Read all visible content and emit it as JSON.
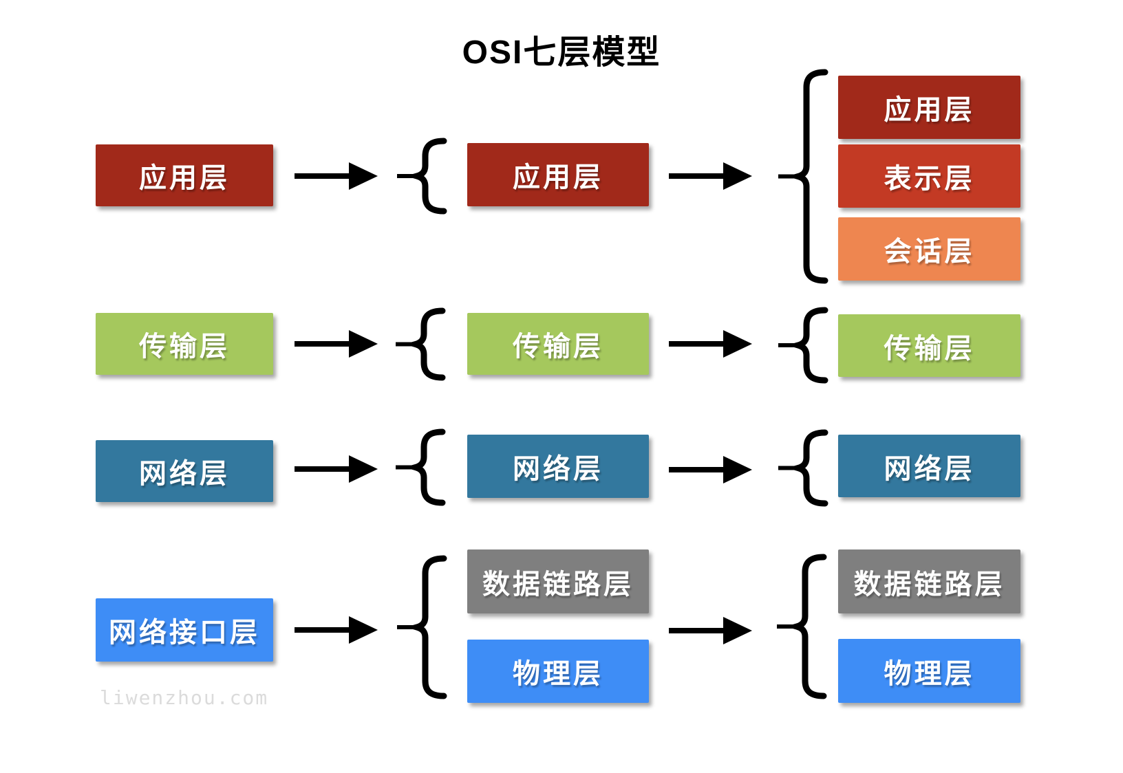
{
  "title": "OSI七层模型",
  "watermark": "liwenzhou.com",
  "colors": {
    "background": "#FFFFFF",
    "application": "#A1291A",
    "presentation": "#C33A24",
    "session": "#EE8650",
    "transport": "#A5C85D",
    "network": "#33789E",
    "data_link": "#7F7F7F",
    "physical": "#3E8DF6",
    "network_interface": "#3E8DF6",
    "arrow": "#000000",
    "title_text": "#000000",
    "box_text": "#FFFFFF",
    "watermark_text": "#DBDBDB"
  },
  "columns": [
    {
      "name": "tcpip-four-layer-model",
      "boxes": [
        {
          "label": "应用层",
          "color": "#A1291A"
        },
        {
          "label": "传输层",
          "color": "#A5C85D"
        },
        {
          "label": "网络层",
          "color": "#33789E"
        },
        {
          "label": "网络接口层",
          "color": "#3E8DF6"
        }
      ]
    },
    {
      "name": "five-layer-model",
      "boxes": [
        {
          "label": "应用层",
          "color": "#A1291A"
        },
        {
          "label": "传输层",
          "color": "#A5C85D"
        },
        {
          "label": "网络层",
          "color": "#33789E"
        },
        {
          "label": "数据链路层",
          "color": "#7F7F7F"
        },
        {
          "label": "物理层",
          "color": "#3E8DF6"
        }
      ]
    },
    {
      "name": "osi-seven-layer-model",
      "boxes": [
        {
          "label": "应用层",
          "color": "#A1291A"
        },
        {
          "label": "表示层",
          "color": "#C33A24"
        },
        {
          "label": "会话层",
          "color": "#EE8650"
        },
        {
          "label": "传输层",
          "color": "#A5C85D"
        },
        {
          "label": "网络层",
          "color": "#33789E"
        },
        {
          "label": "数据链路层",
          "color": "#7F7F7F"
        },
        {
          "label": "物理层",
          "color": "#3E8DF6"
        }
      ]
    }
  ]
}
